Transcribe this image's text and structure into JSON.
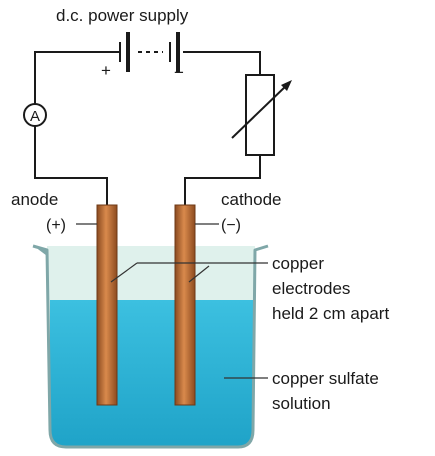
{
  "labels": {
    "power_supply": "d.c. power supply",
    "plus": "+",
    "minus": "−",
    "ammeter": "A",
    "anode": "anode",
    "anode_sign": "(+)",
    "cathode": "cathode",
    "cathode_sign": "(−)",
    "electrodes_line1": "copper",
    "electrodes_line2": "electrodes",
    "electrodes_line3": "held 2 cm apart",
    "solution_line1": "copper sulfate",
    "solution_line2": "solution"
  },
  "colors": {
    "wire": "#1a1a1a",
    "copper": "#b5652e",
    "solution": "#29b3d6",
    "air_in_beaker": "#dff1ec",
    "glass": "#7fa7a8"
  }
}
